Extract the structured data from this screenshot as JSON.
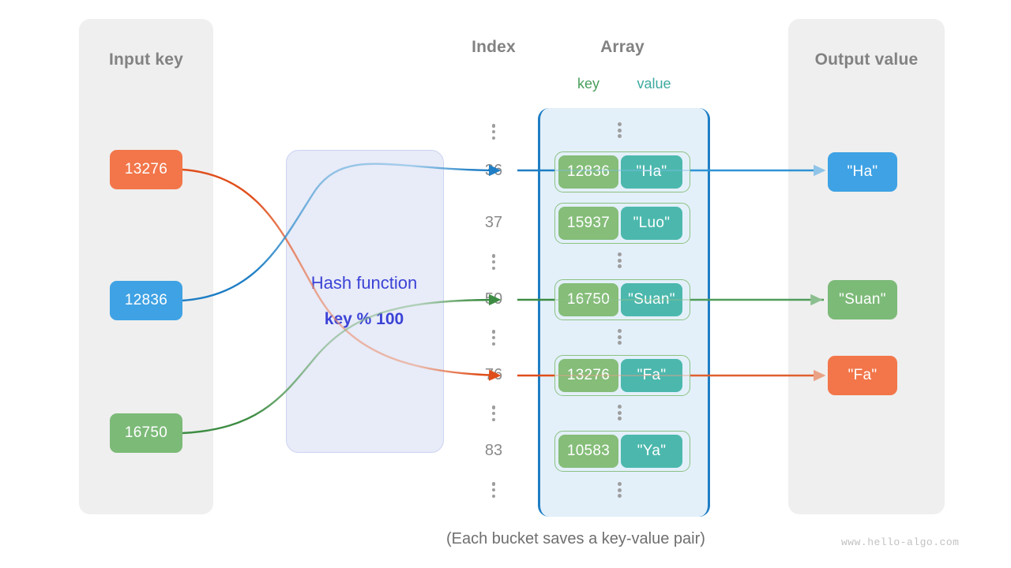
{
  "panels": {
    "input": {
      "title": "Input key"
    },
    "output": {
      "title": "Output value"
    }
  },
  "headers": {
    "index": "Index",
    "array": "Array",
    "key": "key",
    "value": "value"
  },
  "hash_function": {
    "title": "Hash function",
    "formula": "key % 100"
  },
  "input_keys": [
    {
      "label": "13276",
      "color": "#f2764a"
    },
    {
      "label": "12836",
      "color": "#3fa2e4"
    },
    {
      "label": "16750",
      "color": "#7cba78"
    }
  ],
  "index_column": [
    "⋮",
    "36",
    "37",
    "⋮",
    "50",
    "⋮",
    "76",
    "⋮",
    "83",
    "⋮"
  ],
  "buckets": [
    {
      "index": "36",
      "key": "12836",
      "value": "\"Ha\""
    },
    {
      "index": "37",
      "key": "15937",
      "value": "\"Luo\""
    },
    {
      "index": "50",
      "key": "16750",
      "value": "\"Suan\""
    },
    {
      "index": "76",
      "key": "13276",
      "value": "\"Fa\""
    },
    {
      "index": "83",
      "key": "10583",
      "value": "\"Ya\""
    }
  ],
  "output_values": [
    {
      "label": "\"Ha\"",
      "color": "#3fa2e4"
    },
    {
      "label": "\"Suan\"",
      "color": "#7cba78"
    },
    {
      "label": "\"Fa\"",
      "color": "#f2764a"
    }
  ],
  "caption": "(Each bucket saves a key-value pair)",
  "watermark": "www.hello-algo.com",
  "colors": {
    "panel_bg": "#efefef",
    "array_bg": "#e3f0fa",
    "array_border": "#1f7ec4",
    "hash_bg": "#e8ebf8",
    "hash_text": "#3b43d6",
    "key_cell": "#85bd79",
    "value_cell": "#4cb8ad",
    "key_label": "#4a9e5c",
    "value_label": "#3daaa0",
    "heading": "#828282",
    "orange": "#f2764a",
    "blue": "#3fa2e4",
    "green": "#7cba78"
  }
}
